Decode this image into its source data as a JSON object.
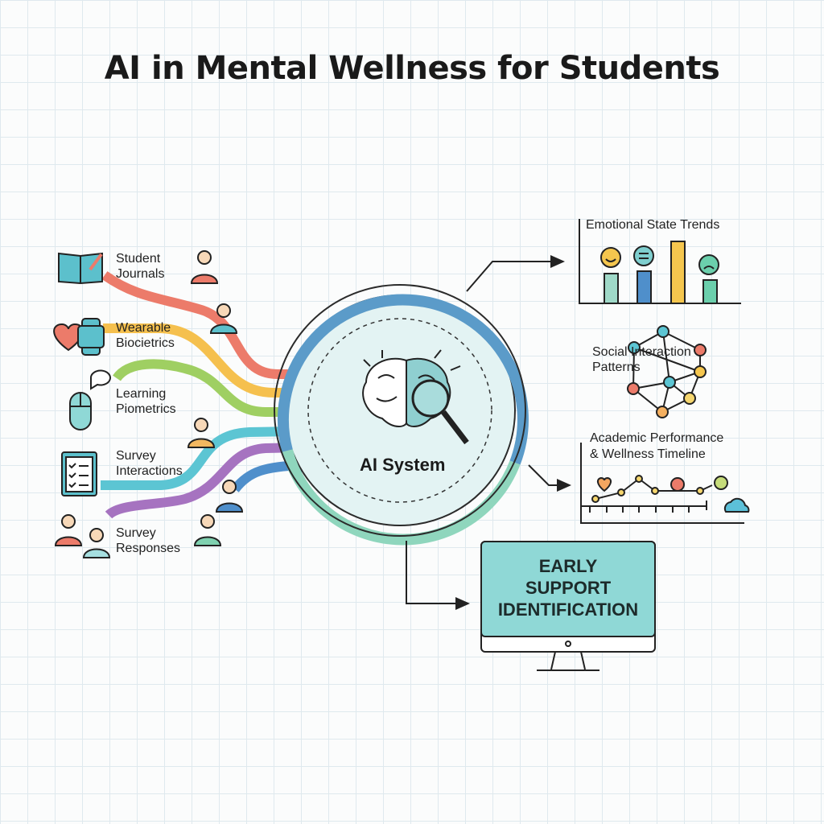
{
  "title": "AI in Mental Wellness for Students",
  "inputs": [
    {
      "label_line1": "Student",
      "label_line2": "Journals",
      "icon": "journal-icon",
      "color": "#ec7b6a"
    },
    {
      "label_line1": "Wearable",
      "label_line2": "Biocietrics",
      "icon": "smartwatch-icon",
      "color": "#f5c04e"
    },
    {
      "label_line1": "Learning",
      "label_line2": "Piometrics",
      "icon": "mouse-icon",
      "color": "#9fcf62"
    },
    {
      "label_line1": "Survey",
      "label_line2": "Interactions",
      "icon": "clipboard-icon",
      "color": "#5cc5d3"
    },
    {
      "label_line1": "Survey",
      "label_line2": "Responses",
      "icon": "people-icon",
      "color": "#a673c0"
    }
  ],
  "center": {
    "label": "AI System",
    "icon": "brain-magnifier-icon",
    "ring_color": "#5b9bc9",
    "ring_color_2": "#8fd6bd"
  },
  "outputs": {
    "emotional": {
      "title": "Emotional State Trends",
      "faces": [
        "happy",
        "neutral",
        "",
        "sad"
      ],
      "values": [
        0.45,
        0.47,
        0.9,
        0.3
      ],
      "colors": [
        "#9fd9c8",
        "#4f8fcb",
        "#f5c64e",
        "#6bcfac"
      ]
    },
    "social": {
      "line1": "Social Interaction",
      "line2": "Patterns"
    },
    "academic": {
      "line1": "Academic Performance",
      "line2": "& Wellness Timeline"
    },
    "early": {
      "line1": "EARLY",
      "line2": "SUPPORT",
      "line3": "IDENTIFICATION",
      "screen_color": "#8fd8d6"
    }
  }
}
